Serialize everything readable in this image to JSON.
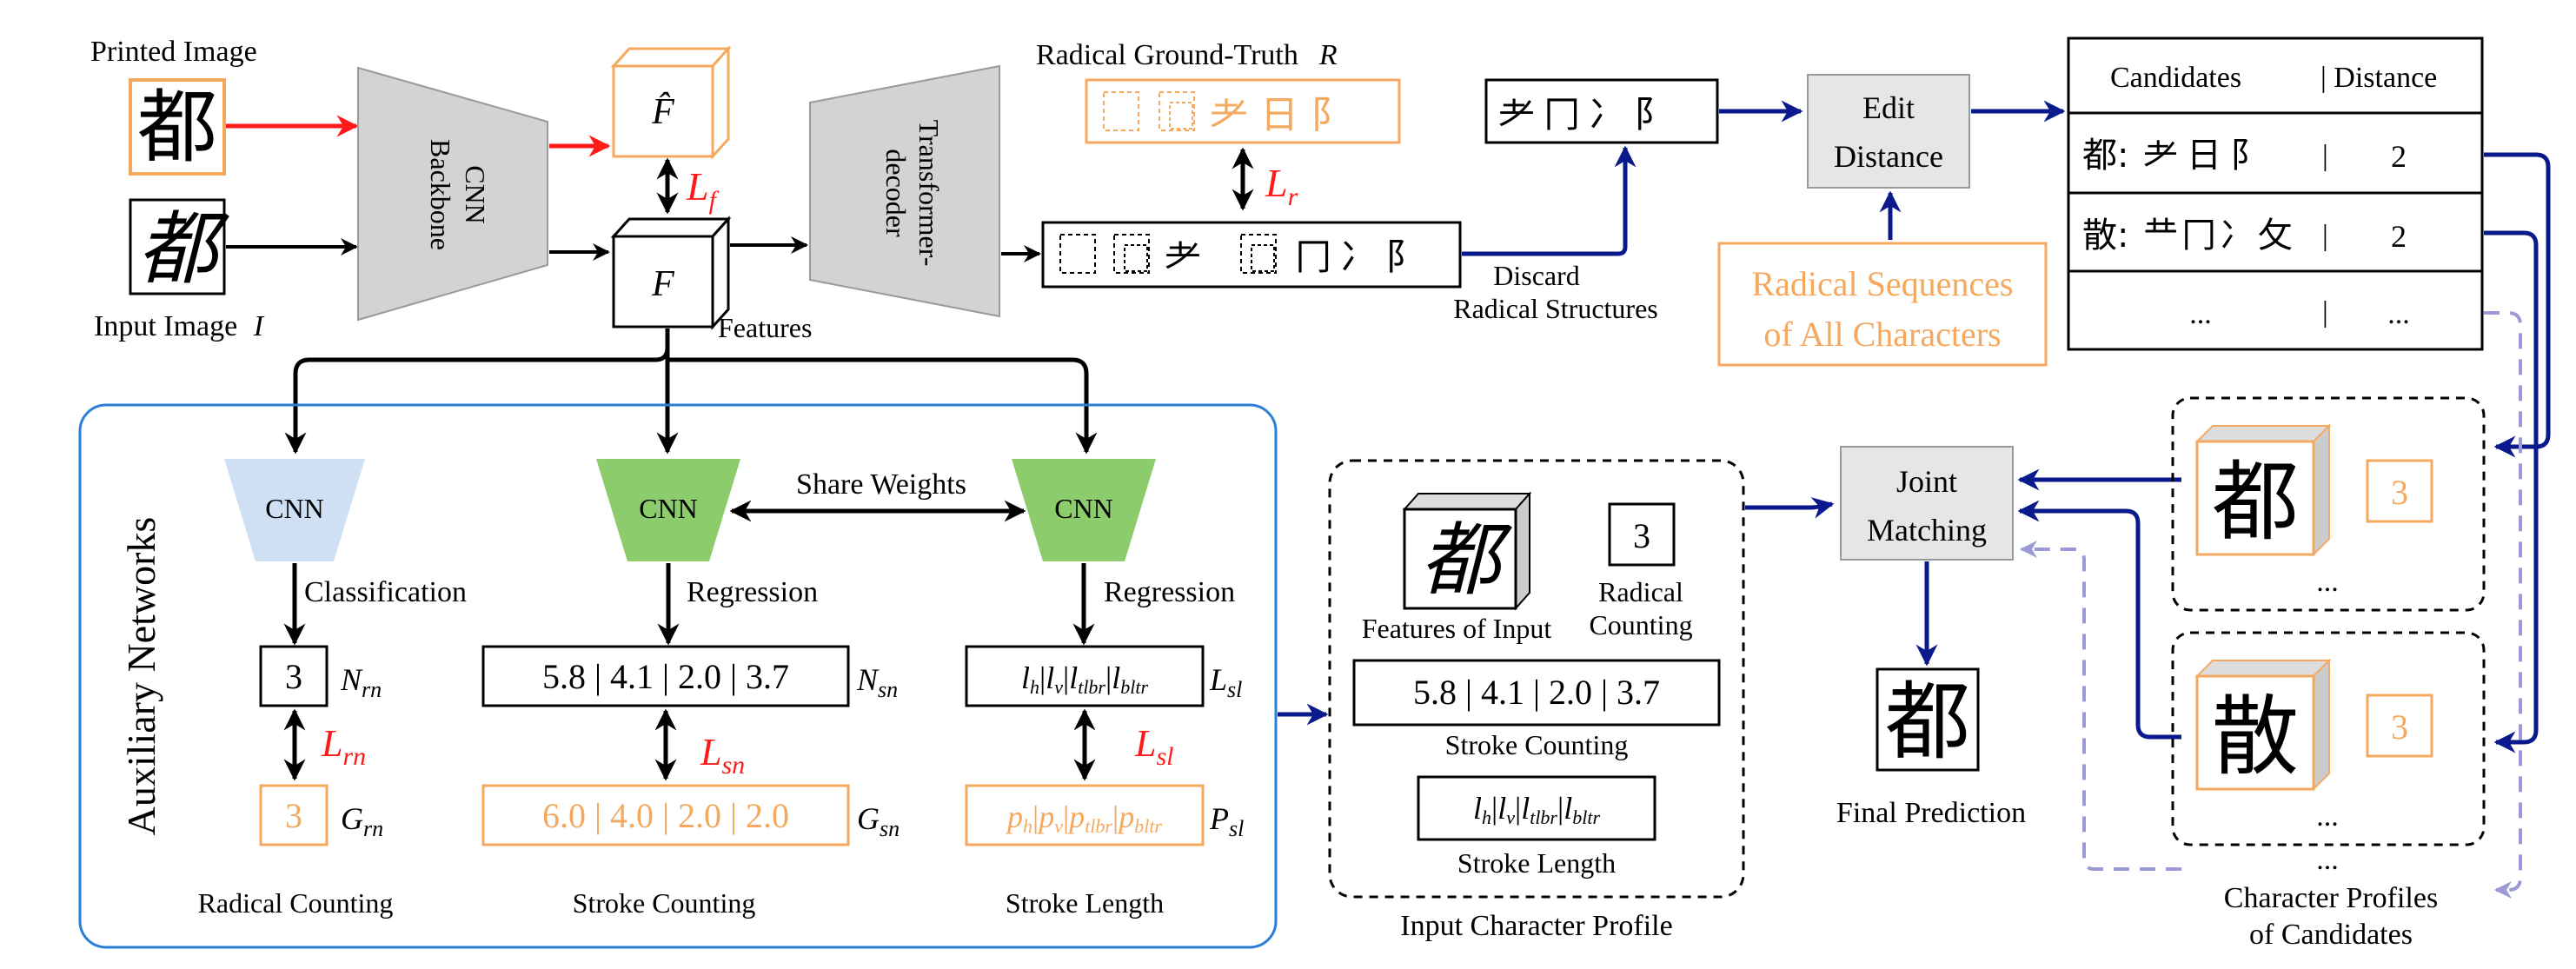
{
  "colors": {
    "black": "#000000",
    "orange": "#f5a95f",
    "red": "#ff1a1a",
    "navy": "#0a1a8c",
    "lavender": "#9a9ad8",
    "blue_border": "#2a7fd6",
    "gray_fill": "#d3d3d3",
    "light_blue_fill": "#cfe0f5",
    "green_fill": "#8ccc6c"
  },
  "top": {
    "printed_image_label": "Printed Image",
    "input_image_label": "Input Image",
    "input_image_symbol": "I",
    "char": "都",
    "cnn_backbone_line1": "CNN",
    "cnn_backbone_line2": "Backbone",
    "feat_hat": "F̂",
    "feat": "F",
    "feat_label": "Features",
    "loss_f": "L",
    "loss_f_sub": "f",
    "decoder_line1": "Transformer-",
    "decoder_line2": "decoder",
    "radical_gt_label": "Radical Ground-Truth",
    "radical_gt_symbol": "R",
    "gt_radicals": "⺹日阝",
    "loss_r": "L",
    "loss_r_sub": "r",
    "pred_radicals_a": "⺹",
    "pred_radicals_b": "冂冫阝",
    "discard_line1": "Discard",
    "discard_line2": "Radical Structures",
    "seq_box": "⺹冂冫阝",
    "edit_line1": "Edit",
    "edit_line2": "Distance",
    "rad_seq_line1": "Radical Sequences",
    "rad_seq_line2": "of All Characters"
  },
  "candidates": {
    "header_col1": "Candidates",
    "header_col2": "| Distance",
    "rows": [
      {
        "char": "都:",
        "radicals": "⺹日阝",
        "sep": "|",
        "dist": "2"
      },
      {
        "char": "散:",
        "radicals": "龷冂冫攵",
        "sep": "|",
        "dist": "2"
      },
      {
        "char": "...",
        "radicals": "",
        "sep": "|",
        "dist": "..."
      }
    ]
  },
  "aux": {
    "title": "Auxiliary Networks",
    "cnn": "CNN",
    "share_weights": "Share Weights",
    "classification": "Classification",
    "regression": "Regression",
    "rc_value": "3",
    "rc_gt": "3",
    "N_rn": "N",
    "N_rn_sub": "rn",
    "G_rn": "G",
    "G_rn_sub": "rn",
    "L_rn": "L",
    "L_rn_sub": "rn",
    "sc_value": "5.8 | 4.1 | 2.0 | 3.7",
    "sc_gt": "6.0 | 4.0 | 2.0 | 2.0",
    "N_sn": "N",
    "N_sn_sub": "sn",
    "G_sn": "G",
    "G_sn_sub": "sn",
    "L_sn": "L",
    "L_sn_sub": "sn",
    "sl_l": "l",
    "sl_p": "p",
    "sl_subs": [
      "h",
      "v",
      "tlbr",
      "bltr"
    ],
    "L_sl": "L",
    "L_sl_sub": "sl",
    "P_sl": "P",
    "P_sl_sub": "sl",
    "Lsl_loss": "L",
    "Lsl_loss_sub": "sl",
    "radical_counting": "Radical Counting",
    "stroke_counting": "Stroke Counting",
    "stroke_length": "Stroke Length"
  },
  "profile": {
    "features_of_input": "Features of Input",
    "radical_line1": "Radical",
    "radical_line2": "Counting",
    "rc_value": "3",
    "sc_value": "5.8 | 4.1 | 2.0 | 3.7",
    "stroke_counting": "Stroke Counting",
    "stroke_length": "Stroke Length",
    "title": "Input Character Profile"
  },
  "matching": {
    "joint_line1": "Joint",
    "joint_line2": "Matching",
    "final_char": "都",
    "final_prediction": "Final Prediction"
  },
  "cand_profiles": {
    "items": [
      {
        "char": "都",
        "count": "3",
        "more": "..."
      },
      {
        "char": "散",
        "count": "3",
        "more": "..."
      }
    ],
    "more": "...",
    "title_line1": "Character Profiles",
    "title_line2": "of Candidates"
  }
}
